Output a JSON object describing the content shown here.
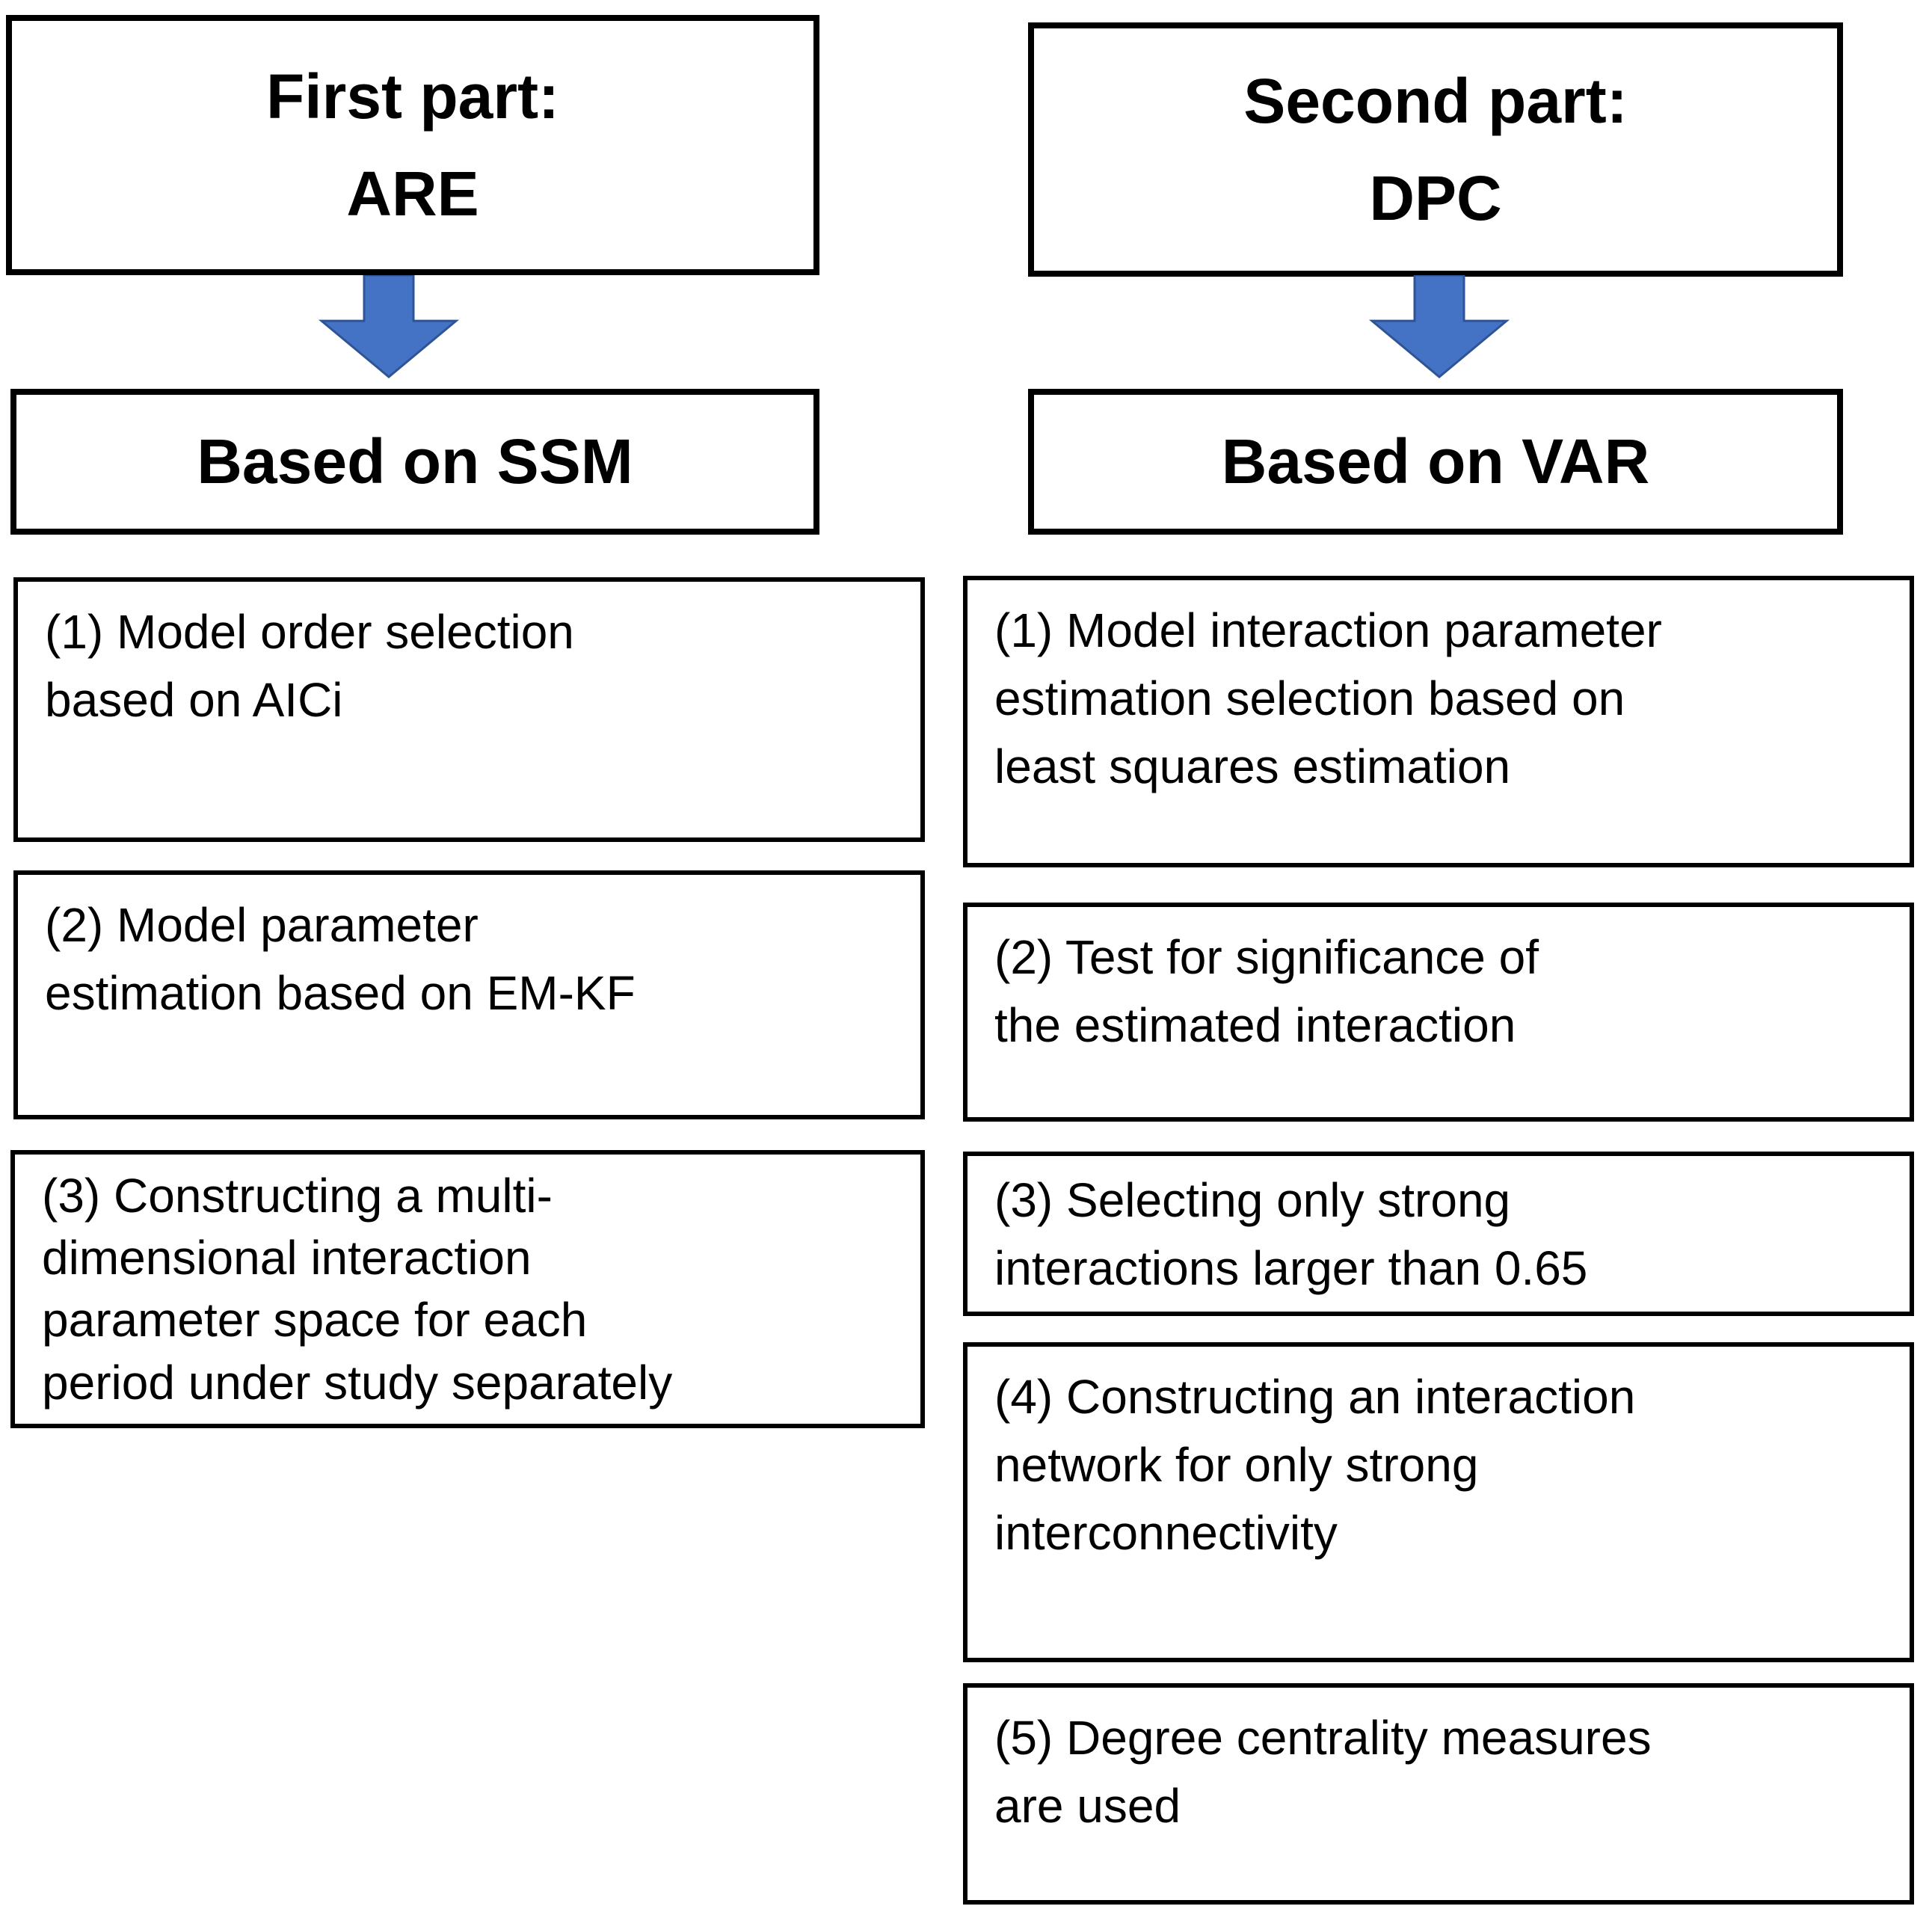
{
  "colors": {
    "arrow_fill": "#4472C4",
    "arrow_stroke": "#2F5496",
    "box_border": "#000000",
    "text": "#000000",
    "background": "#FFFFFF"
  },
  "left": {
    "header": {
      "line1": "First part:",
      "line2": "ARE"
    },
    "subheader": "Based on SSM",
    "steps": [
      {
        "lines": [
          "(1) Model order selection",
          "based on AICi"
        ]
      },
      {
        "lines": [
          "(2) Model parameter",
          "estimation based on EM-KF"
        ]
      },
      {
        "lines": [
          "(3) Constructing a multi-",
          "dimensional interaction",
          "parameter space for each",
          "period under study separately"
        ]
      }
    ]
  },
  "right": {
    "header": {
      "line1": "Second part:",
      "line2": "DPC"
    },
    "subheader": "Based on VAR",
    "steps": [
      {
        "lines": [
          "(1) Model interaction parameter",
          "estimation selection based on",
          "least squares estimation"
        ]
      },
      {
        "lines": [
          "(2) Test for significance of",
          "the estimated interaction"
        ]
      },
      {
        "lines": [
          "(3) Selecting only strong",
          "interactions larger than 0.65"
        ]
      },
      {
        "lines": [
          "(4) Constructing an interaction",
          "network for only strong",
          "interconnectivity"
        ]
      },
      {
        "lines": [
          "(5) Degree centrality measures",
          "are used"
        ]
      }
    ]
  }
}
